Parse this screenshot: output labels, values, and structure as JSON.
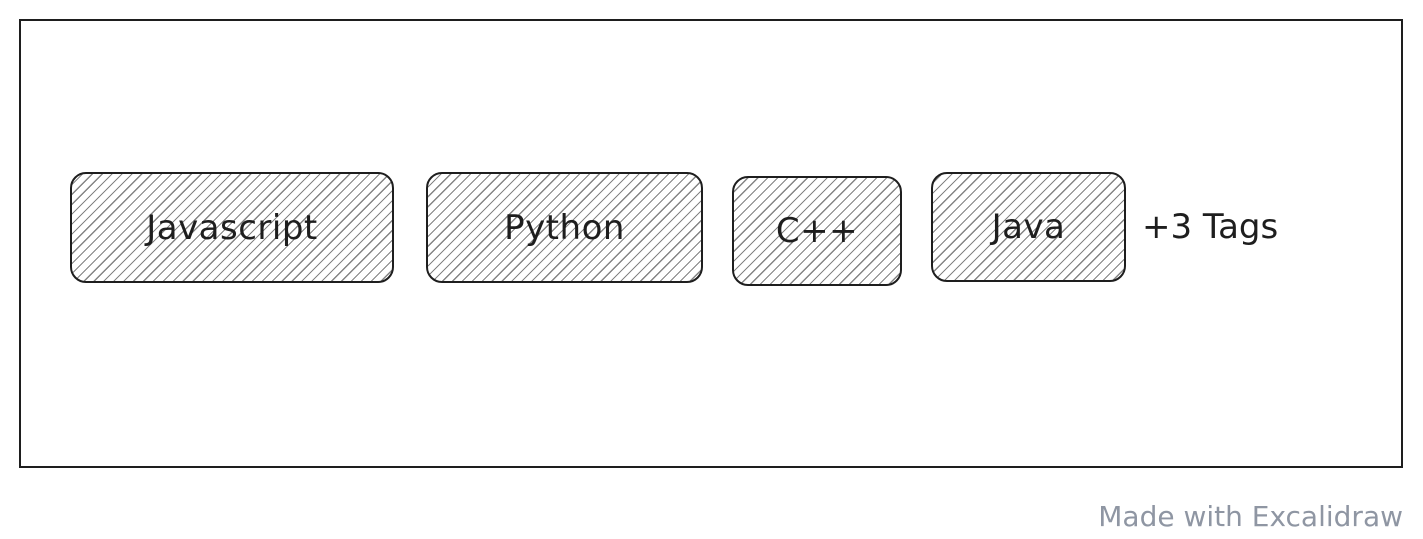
{
  "tags": [
    {
      "label": "Javascript"
    },
    {
      "label": "Python"
    },
    {
      "label": "C++"
    },
    {
      "label": "Java"
    }
  ],
  "more_tags_label": "+3 Tags",
  "watermark": "Made with Excalidraw",
  "colors": {
    "stroke": "#1e1e1e",
    "hatch": "#1e1e1e",
    "background": "#ffffff",
    "watermark": "#8f96a3"
  }
}
